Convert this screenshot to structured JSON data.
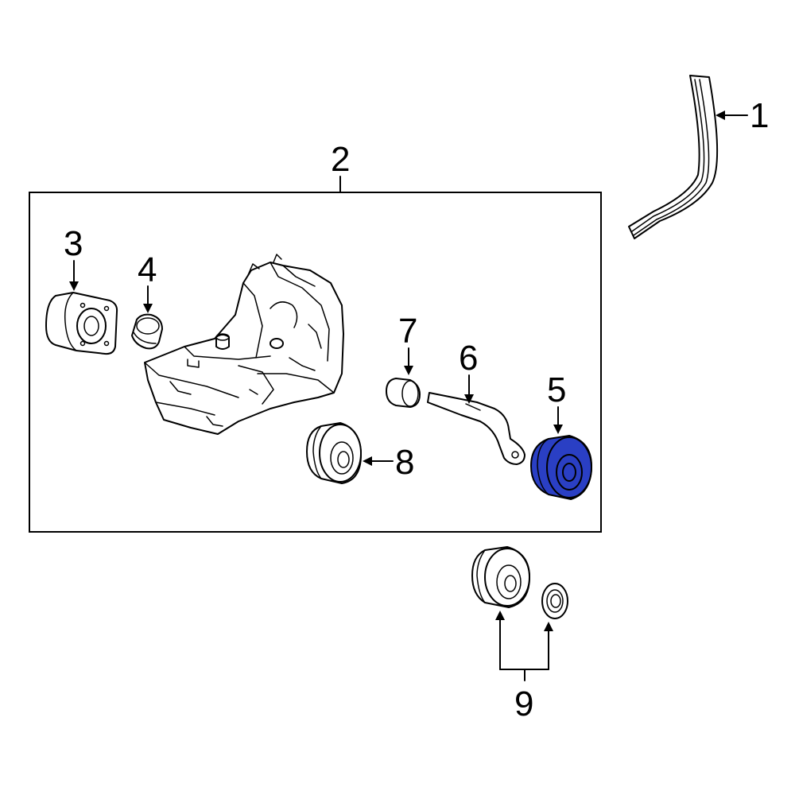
{
  "diagram": {
    "callouts": [
      {
        "id": "1",
        "label": "1"
      },
      {
        "id": "2",
        "label": "2"
      },
      {
        "id": "3",
        "label": "3"
      },
      {
        "id": "4",
        "label": "4"
      },
      {
        "id": "5",
        "label": "5"
      },
      {
        "id": "6",
        "label": "6"
      },
      {
        "id": "7",
        "label": "7"
      },
      {
        "id": "8",
        "label": "8"
      },
      {
        "id": "9",
        "label": "9"
      }
    ],
    "highlighted_part": "5",
    "colors": {
      "highlight": "#2a3fc4",
      "line": "#000000",
      "background": "#ffffff"
    }
  }
}
